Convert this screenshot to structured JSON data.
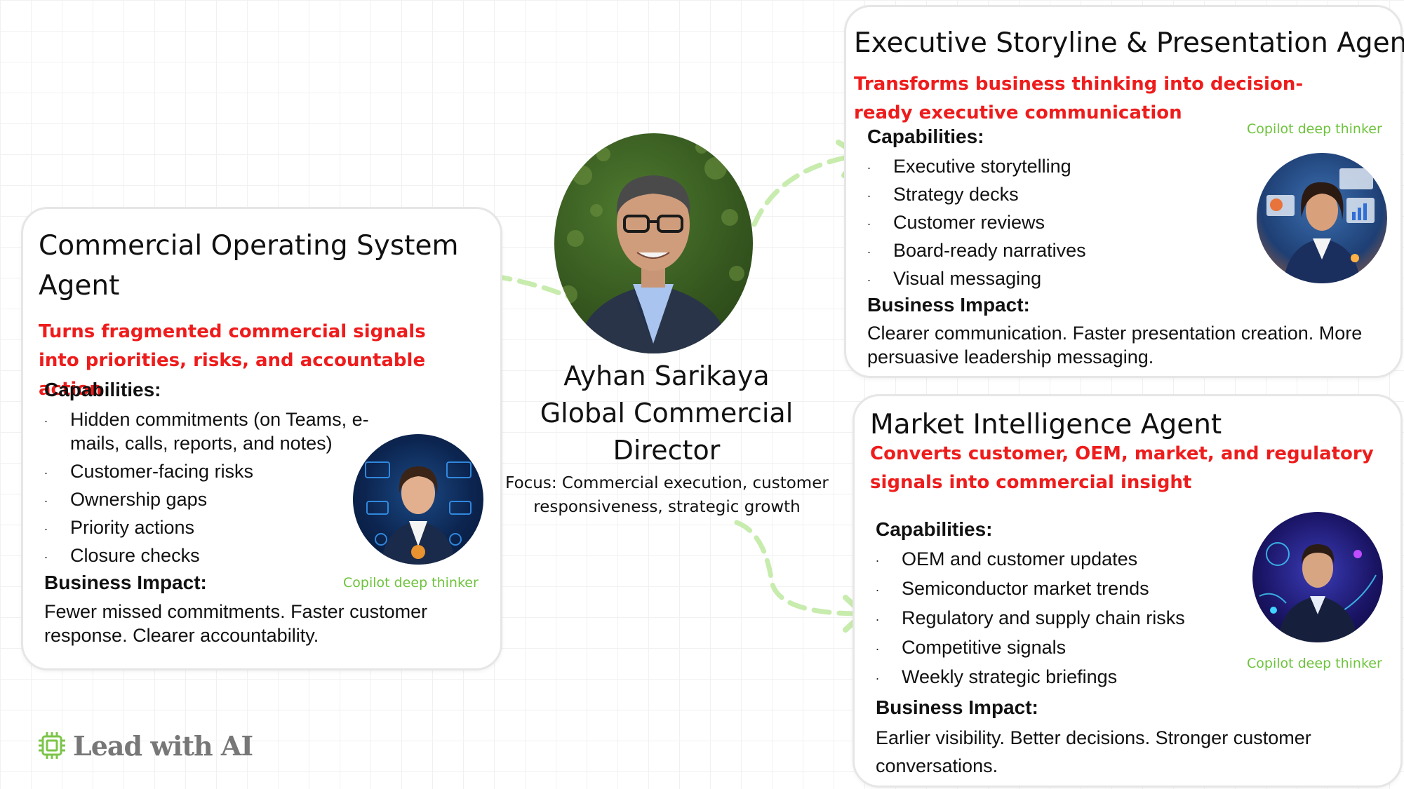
{
  "center": {
    "name": "Ayhan Sarikaya",
    "role_line1": "Global Commercial",
    "role_line2": "Director",
    "focus": "Focus: Commercial execution, customer responsiveness, strategic growth"
  },
  "cards": {
    "commercial": {
      "title": "Commercial Operating System Agent",
      "subtitle": "Turns fragmented commercial signals into priorities, risks, and accountable action",
      "capabilities_label": "Capabilities:",
      "capabilities": [
        "Hidden commitments (on Teams, e-mails, calls, reports, and notes)",
        "Customer-facing risks",
        "Ownership gaps",
        "Priority actions",
        "Closure checks"
      ],
      "impact_label": "Business Impact:",
      "impact": "Fewer missed commitments. Faster customer response. Clearer accountability.",
      "badge": "Copilot deep thinker"
    },
    "executive": {
      "title": "Executive Storyline & Presentation Agent",
      "subtitle": "Transforms business thinking into decision-ready executive communication",
      "capabilities_label": "Capabilities:",
      "capabilities": [
        "Executive storytelling",
        "Strategy decks",
        "Customer reviews",
        "Board-ready narratives",
        "Visual messaging"
      ],
      "impact_label": "Business Impact:",
      "impact": "Clearer communication. Faster presentation creation. More persuasive leadership messaging.",
      "badge": "Copilot deep thinker"
    },
    "market": {
      "title": "Market Intelligence Agent",
      "subtitle": "Converts customer, OEM, market, and regulatory signals into commercial insight",
      "capabilities_label": "Capabilities:",
      "capabilities": [
        "OEM and customer updates",
        "Semiconductor market trends",
        "Regulatory and supply chain risks",
        "Competitive signals",
        "Weekly strategic briefings"
      ],
      "impact_label": "Business Impact:",
      "impact": "Earlier visibility. Better decisions. Stronger customer conversations.",
      "badge": "Copilot deep thinker"
    }
  },
  "brand": {
    "text": "Lead with AI",
    "icon": "chip-icon",
    "color": "#7cc44a"
  },
  "colors": {
    "accent_red": "#ee1c1c",
    "badge_green": "#6dc33b",
    "arrow_green": "#c7ecad"
  }
}
